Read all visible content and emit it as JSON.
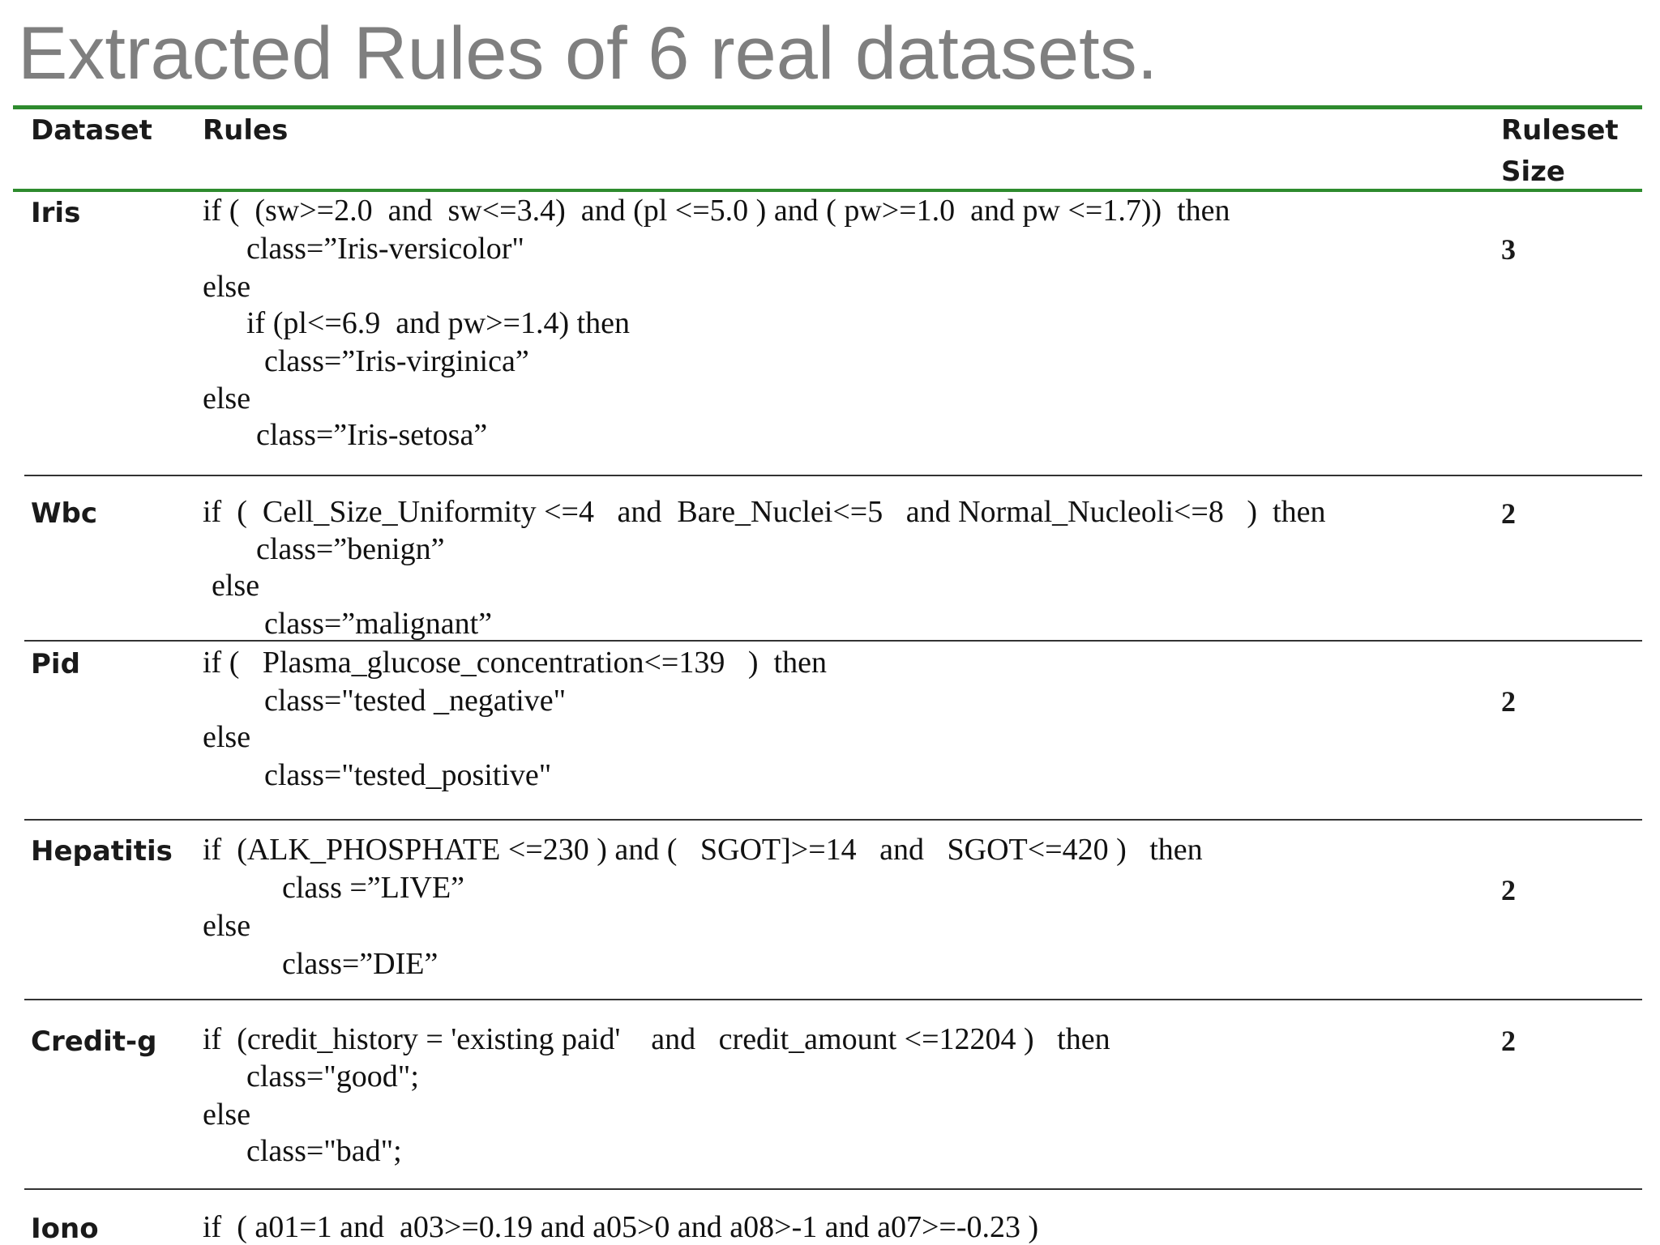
{
  "title": "Extracted Rules of 6 real datasets.",
  "table": {
    "headers": {
      "dataset": "Dataset",
      "rules": "Rules",
      "size_line1": "Ruleset",
      "size_line2": "Size"
    },
    "rows": [
      {
        "dataset": "Iris",
        "size": "3",
        "lines": [
          "if (  (sw>=2.0  and  sw<=3.4)  and (pl <=5.0 ) and ( pw>=1.0  and pw <=1.7))  then",
          "class=”Iris-versicolor\"",
          "else",
          "if (pl<=6.9  and pw>=1.4) then",
          "class=”Iris-virginica”",
          "else",
          "class=”Iris-setosa”"
        ]
      },
      {
        "dataset": "Wbc",
        "size": "2",
        "lines": [
          "if  (  Cell_Size_Uniformity <=4   and  Bare_Nuclei<=5   and Normal_Nucleoli<=8   )  then",
          "class=”benign”",
          "else",
          "class=”malignant”"
        ]
      },
      {
        "dataset": "Pid",
        "size": "2",
        "lines": [
          "if (   Plasma_glucose_concentration<=139   )  then",
          "class=\"tested _negative\"",
          "else",
          "class=\"tested_positive\""
        ]
      },
      {
        "dataset": "Hepatitis",
        "size": "2",
        "lines": [
          "if  (ALK_PHOSPHATE <=230 ) and (   SGOT]>=14   and   SGOT<=420 )   then",
          "class =”LIVE”",
          "else",
          "class=”DIE”"
        ]
      },
      {
        "dataset": "Credit-g",
        "size": "2",
        "lines": [
          "if  (credit_history = 'existing paid'    and   credit_amount <=12204 )   then",
          "class=\"good\";",
          "else",
          "class=\"bad\";"
        ]
      },
      {
        "dataset": "Iono",
        "size": "",
        "lines": [
          "if  ( a01=1 and  a03>=0.19 and a05>0 and a08>-1 and a07>=-0.23 )"
        ]
      }
    ]
  }
}
